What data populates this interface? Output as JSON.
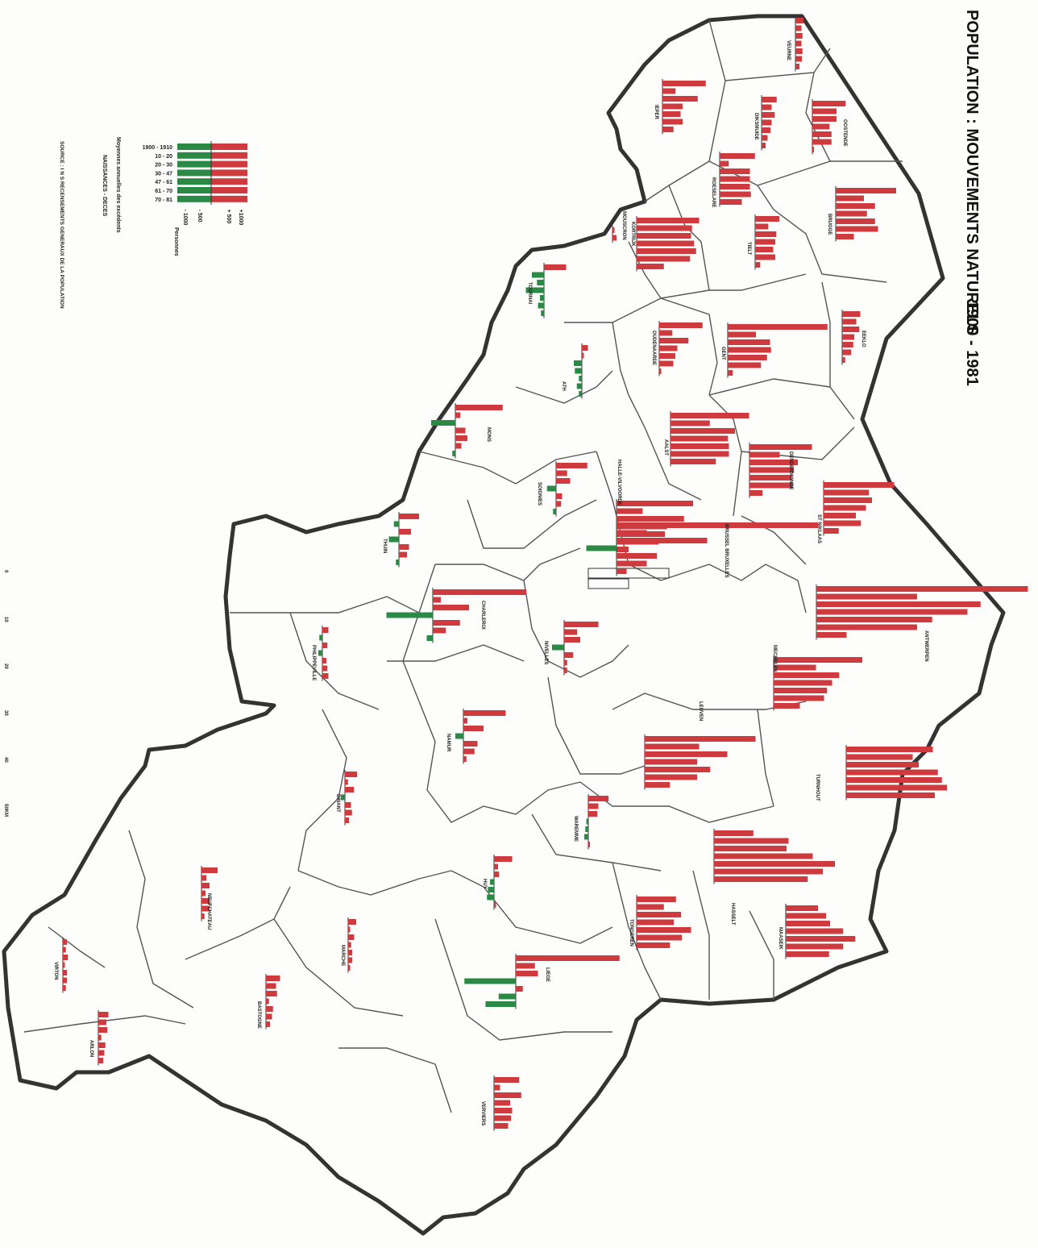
{
  "title": "POPULATION : MOUVEMENTS NATURELS",
  "period": "1900 - 1981",
  "legend": {
    "line1": "Moyennes annuelles des excédents",
    "line2": "NAISSANCES - DECES",
    "source": "SOURCE : I N S RECENSEMENTS GENERAUX DE LA POPULATION",
    "periods": [
      "1900 - 1910",
      "10 - 20",
      "20 - 30",
      "30 - 47",
      "47 - 61",
      "61 - 70",
      "70 - 81"
    ],
    "scale_labels": [
      "+1000",
      "+ 500",
      "- 500",
      "- 1000"
    ],
    "unit": "Personnes",
    "colors": {
      "positive": "#cf3a3e",
      "negative": "#2a8a45"
    }
  },
  "scale_bar": {
    "ticks": [
      "0",
      "10",
      "20",
      "30",
      "40",
      "50KM"
    ]
  },
  "chart_data": {
    "type": "bar",
    "unit": "Personnes",
    "categories": [
      "1900 - 1910",
      "10 - 20",
      "20 - 30",
      "30 - 47",
      "47 - 61",
      "61 - 70",
      "70 - 81"
    ],
    "regions": [
      {
        "name": "VEURNE",
        "values": [
          80,
          60,
          70,
          60,
          70,
          65,
          40
        ]
      },
      {
        "name": "OOSTENDE",
        "values": [
          330,
          240,
          240,
          170,
          190,
          190,
          15
        ]
      },
      {
        "name": "DIKSMUIDE",
        "values": [
          150,
          100,
          130,
          100,
          90,
          60,
          40
        ]
      },
      {
        "name": "IEPER",
        "values": [
          430,
          130,
          350,
          200,
          180,
          200,
          110
        ]
      },
      {
        "name": "BRUGGE",
        "values": [
          600,
          280,
          390,
          310,
          390,
          420,
          180
        ]
      },
      {
        "name": "ROESELARE",
        "values": [
          350,
          90,
          300,
          300,
          300,
          310,
          220
        ]
      },
      {
        "name": "TIELT",
        "values": [
          240,
          130,
          210,
          200,
          180,
          200,
          50
        ]
      },
      {
        "name": "MOUSCRON",
        "values": [
          20,
          40
        ]
      },
      {
        "name": "KORTRIJK",
        "values": [
          620,
          550,
          540,
          570,
          590,
          530,
          270
        ]
      },
      {
        "name": "EEKLO",
        "values": [
          180,
          140,
          170,
          120,
          110,
          90,
          30
        ]
      },
      {
        "name": "GENT",
        "values": [
          990,
          280,
          420,
          430,
          390,
          330,
          50
        ]
      },
      {
        "name": "OUDENAARDE",
        "values": [
          430,
          130,
          290,
          180,
          160,
          140,
          20
        ]
      },
      {
        "name": "TOURNAI",
        "values": [
          220,
          -120,
          -70,
          -180,
          -40,
          -60,
          -30
        ]
      },
      {
        "name": "ATH",
        "values": [
          60,
          20,
          -80,
          -70,
          -30,
          -50,
          -30
        ]
      },
      {
        "name": "AALST",
        "values": [
          780,
          390,
          640,
          570,
          580,
          580,
          450
        ]
      },
      {
        "name": "DENDERMONDE",
        "values": [
          620,
          300,
          480,
          440,
          420,
          430,
          130
        ]
      },
      {
        "name": "ST NIKLAAS",
        "values": [
          700,
          450,
          480,
          420,
          320,
          370,
          150
        ]
      },
      {
        "name": "MONS",
        "values": [
          470,
          50,
          -240,
          100,
          120,
          60,
          -30
        ]
      },
      {
        "name": "SOIGNIES",
        "values": [
          310,
          110,
          140,
          -90,
          60,
          50,
          -30
        ]
      },
      {
        "name": "HALLE-VILVOORDE",
        "values": [
          760,
          260,
          670,
          500,
          480,
          420,
          120
        ]
      },
      {
        "name": "BRUSSEL BRUXELLES",
        "values": [
          2000,
          300,
          900,
          -300,
          400,
          300,
          100
        ]
      },
      {
        "name": "ANTWERPEN",
        "values": [
          2100,
          1000,
          1630,
          1500,
          1150,
          1000,
          300
        ]
      },
      {
        "name": "THUIN",
        "values": [
          200,
          -50,
          120,
          -100,
          100,
          80,
          -30
        ]
      },
      {
        "name": "PHILIPPEVILLE",
        "values": [
          60,
          -30,
          50,
          -40,
          40,
          50,
          60
        ]
      },
      {
        "name": "CHARLEROI",
        "values": [
          930,
          80,
          360,
          -460,
          270,
          130,
          -60
        ]
      },
      {
        "name": "NIVELLES",
        "values": [
          340,
          130,
          160,
          -120,
          90,
          30,
          30
        ]
      },
      {
        "name": "MECHELEN",
        "values": [
          880,
          420,
          650,
          580,
          530,
          500,
          260
        ]
      },
      {
        "name": "LEUVEN",
        "values": [
          1100,
          540,
          820,
          520,
          650,
          520,
          250
        ]
      },
      {
        "name": "TURNHOUT",
        "values": [
          860,
          660,
          720,
          910,
          950,
          1000,
          880
        ]
      },
      {
        "name": "NAMUR",
        "values": [
          420,
          40,
          200,
          -80,
          140,
          110,
          30
        ]
      },
      {
        "name": "DINANT",
        "values": [
          120,
          30,
          90,
          -40,
          60,
          70,
          40
        ]
      },
      {
        "name": "WAREMME",
        "values": [
          200,
          100,
          90,
          -20,
          -30,
          -40,
          10
        ]
      },
      {
        "name": "HASSELT",
        "values": [
          390,
          740,
          720,
          980,
          1200,
          1080,
          930
        ]
      },
      {
        "name": "MAASEIK",
        "values": [
          320,
          400,
          440,
          570,
          690,
          570,
          430
        ]
      },
      {
        "name": "HUY",
        "values": [
          180,
          40,
          50,
          -40,
          -60,
          -70,
          20
        ]
      },
      {
        "name": "TONGEREN",
        "values": [
          390,
          270,
          440,
          370,
          540,
          450,
          330
        ]
      },
      {
        "name": "NEUFCHATEAU",
        "values": [
          160,
          50,
          80,
          40,
          80,
          80,
          30
        ]
      },
      {
        "name": "MARCHE",
        "values": [
          80,
          20,
          60,
          30,
          40,
          40,
          20
        ]
      },
      {
        "name": "LIEGE",
        "values": [
          1030,
          190,
          220,
          -510,
          70,
          -170,
          -300
        ]
      },
      {
        "name": "BASTOGNE",
        "values": [
          140,
          100,
          110,
          30,
          70,
          60,
          40
        ]
      },
      {
        "name": "VIRTON",
        "values": [
          40,
          30,
          50,
          20,
          40,
          40,
          30
        ]
      },
      {
        "name": "ARLON",
        "values": [
          100,
          80,
          90,
          30,
          70,
          60,
          50
        ]
      },
      {
        "name": "VERVIERS",
        "values": [
          250,
          60,
          270,
          160,
          180,
          170,
          140
        ]
      }
    ]
  }
}
